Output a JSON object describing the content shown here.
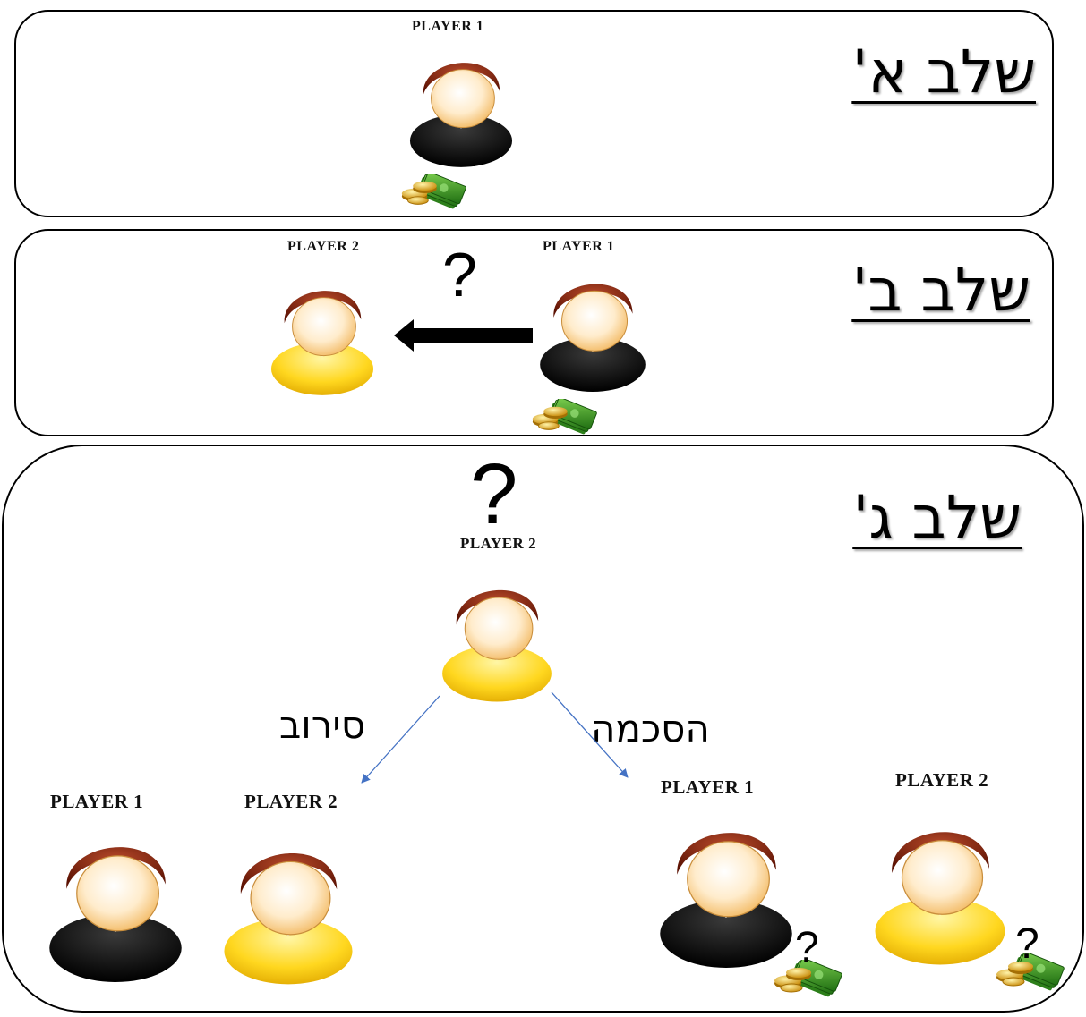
{
  "stages": {
    "a": {
      "title": "שלב א'"
    },
    "b": {
      "title": "שלב ב'"
    },
    "c": {
      "title": "שלב ג'"
    }
  },
  "players": {
    "p1": "PLAYER 1",
    "p2": "PLAYER 2"
  },
  "question_mark": "?",
  "choices": {
    "refuse": "סירוב",
    "accept": "הסכמה"
  },
  "colors": {
    "hair": "#8a1e07",
    "face": "#ffe9c2",
    "body_player1": "#000000",
    "body_player2": "#ffd21c",
    "bill": "#2f8a1e",
    "coin": "#e0a81b",
    "branch_arrow": "#4472c4"
  },
  "icons": {
    "person": "person-avatar-icon",
    "money": "money-cash-coins-icon",
    "transfer_arrow": "left-arrow-icon"
  }
}
